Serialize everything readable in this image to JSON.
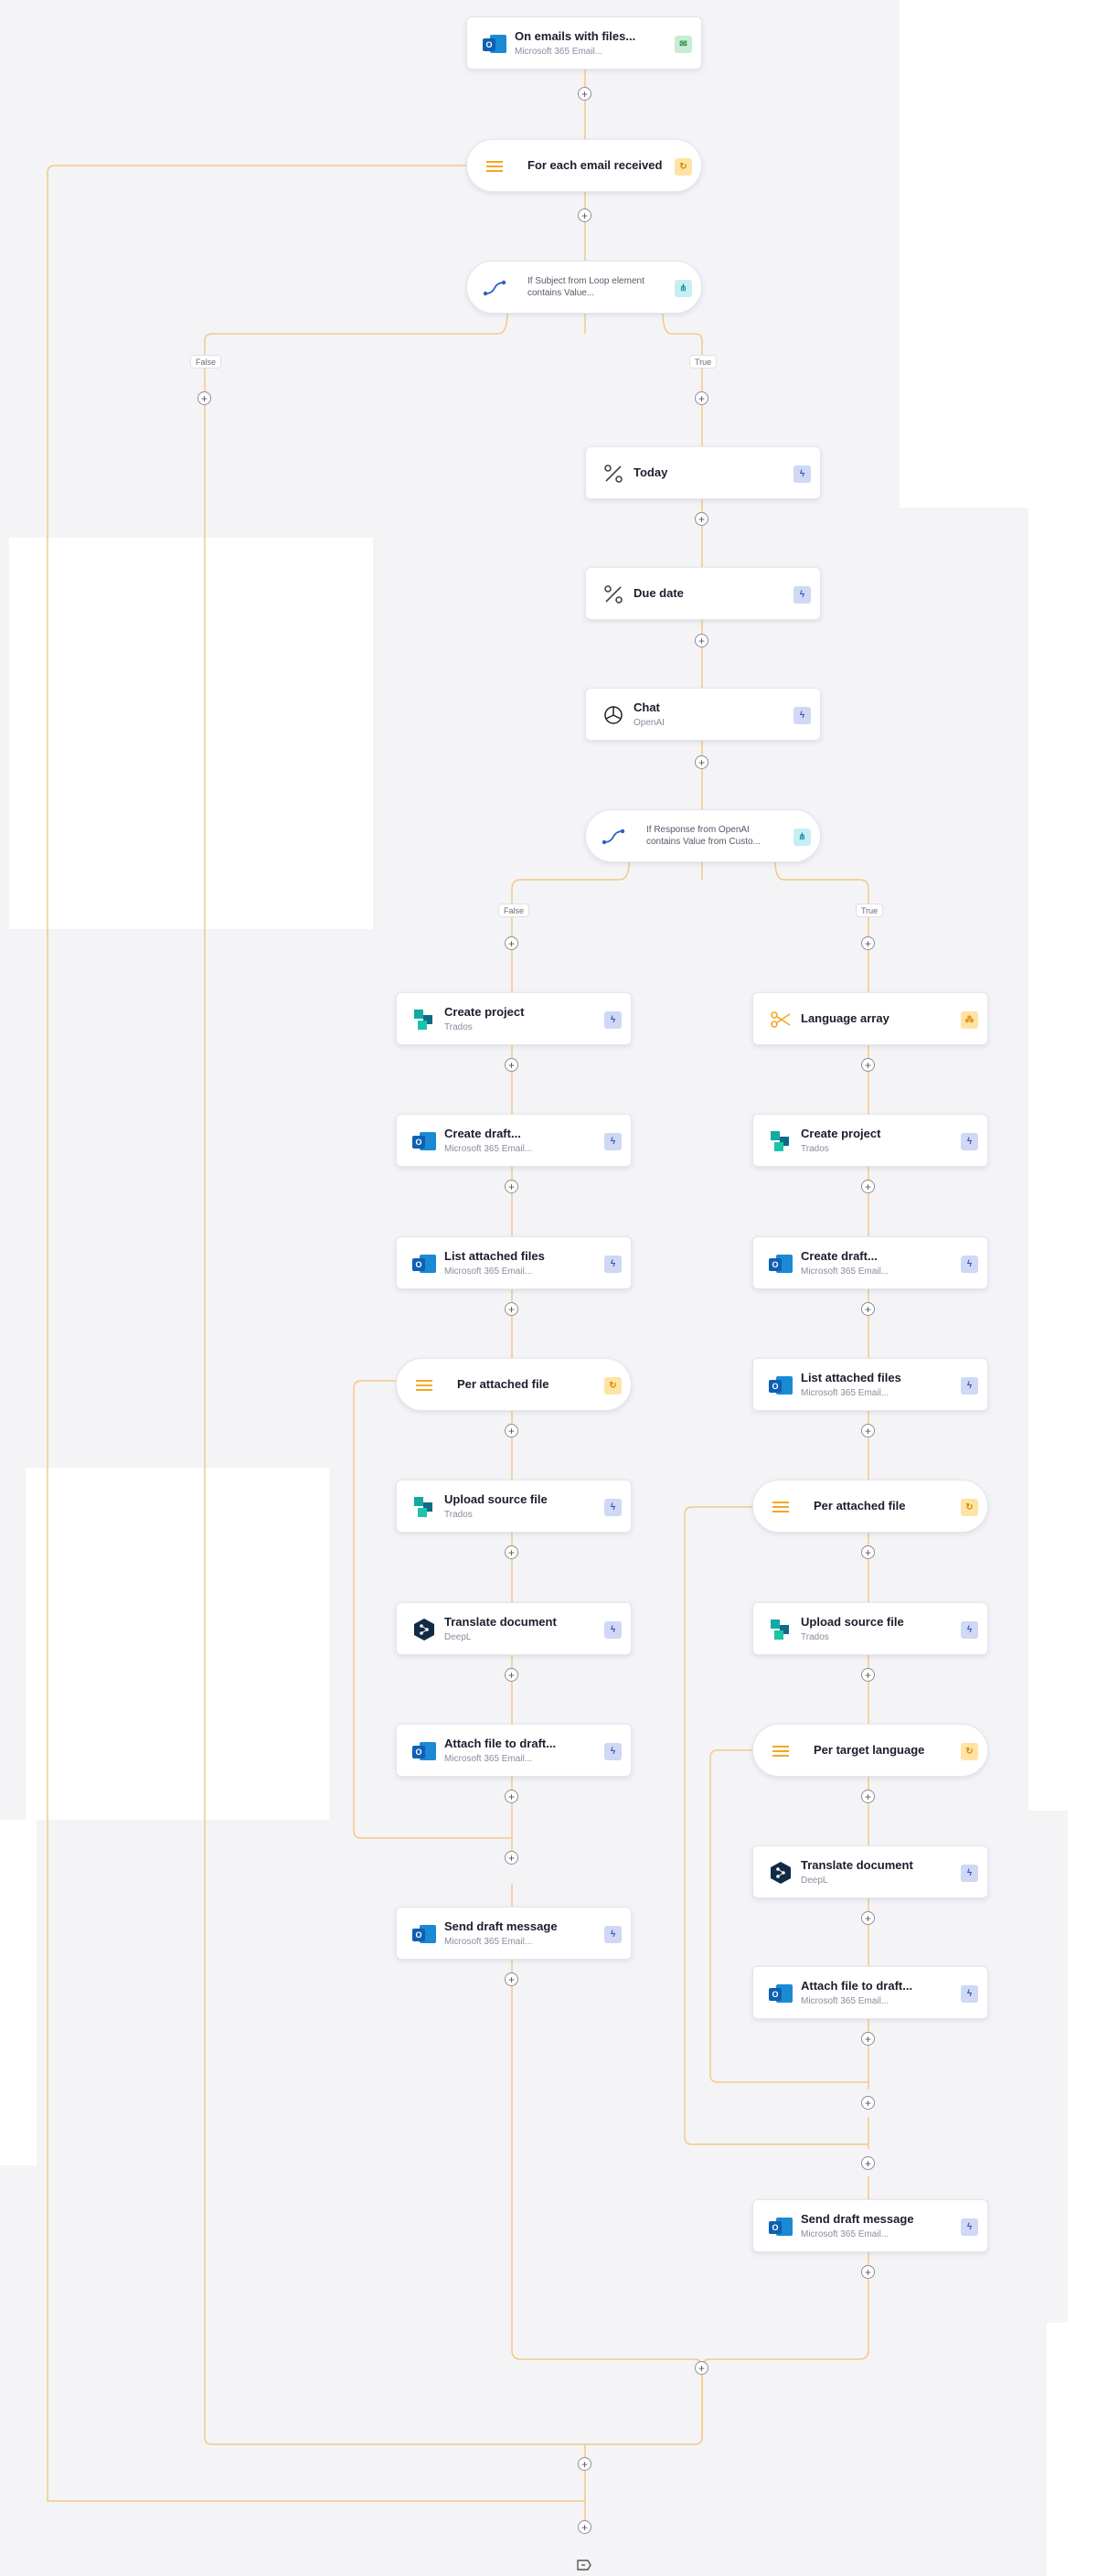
{
  "steps": {
    "trigger": {
      "title": "On emails with files...",
      "sub": "Microsoft 365 Email..."
    },
    "loop_email": {
      "title": "For each email received"
    },
    "cond_subject": {
      "title": "If Subject from Loop element contains Value..."
    },
    "today": {
      "title": "Today"
    },
    "due_date": {
      "title": "Due date"
    },
    "chat": {
      "title": "Chat",
      "sub": "OpenAI"
    },
    "cond_response": {
      "title": "If Response from OpenAI contains Value from Custo..."
    },
    "left_create_project": {
      "title": "Create project",
      "sub": "Trados"
    },
    "left_create_draft": {
      "title": "Create draft...",
      "sub": "Microsoft 365 Email..."
    },
    "left_list_files": {
      "title": "List attached files",
      "sub": "Microsoft 365 Email..."
    },
    "left_per_file": {
      "title": "Per attached file"
    },
    "left_upload": {
      "title": "Upload source file",
      "sub": "Trados"
    },
    "left_translate": {
      "title": "Translate document",
      "sub": "DeepL"
    },
    "left_attach": {
      "title": "Attach file to draft...",
      "sub": "Microsoft 365 Email..."
    },
    "left_send": {
      "title": "Send draft message",
      "sub": "Microsoft 365 Email..."
    },
    "right_language_array": {
      "title": "Language array"
    },
    "right_create_project": {
      "title": "Create project",
      "sub": "Trados"
    },
    "right_create_draft": {
      "title": "Create draft...",
      "sub": "Microsoft 365 Email..."
    },
    "right_list_files": {
      "title": "List attached files",
      "sub": "Microsoft 365 Email..."
    },
    "right_per_file": {
      "title": "Per attached file"
    },
    "right_upload": {
      "title": "Upload source file",
      "sub": "Trados"
    },
    "right_per_language": {
      "title": "Per target language"
    },
    "right_translate": {
      "title": "Translate document",
      "sub": "DeepL"
    },
    "right_attach": {
      "title": "Attach file to draft...",
      "sub": "Microsoft 365 Email..."
    },
    "right_send": {
      "title": "Send draft message",
      "sub": "Microsoft 365 Email..."
    }
  },
  "branch_labels": {
    "outer_false": "False",
    "outer_true": "True",
    "inner_false": "False",
    "inner_true": "True"
  },
  "add_symbol": "+",
  "colors": {
    "connector": "#f3c886",
    "canvas": "#f4f4f7",
    "trados": "#13a8a0",
    "deepl": "#0f2b46",
    "outlook": "#0f6cbd",
    "loop_accent": "#f5a623"
  }
}
